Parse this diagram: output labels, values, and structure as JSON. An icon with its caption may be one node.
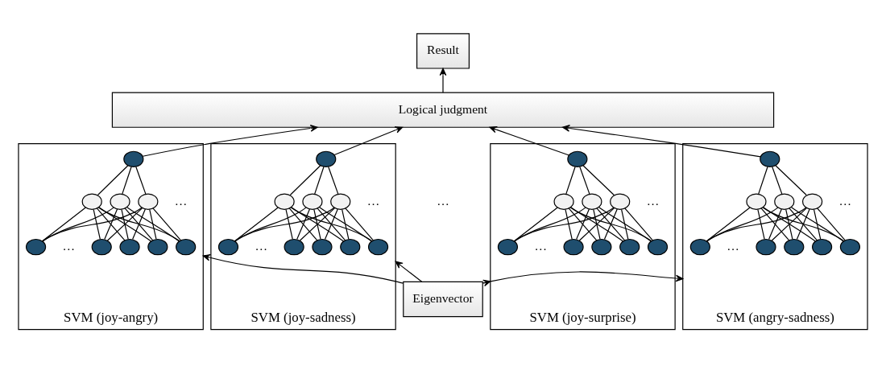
{
  "diagram": {
    "nodes": [
      {
        "text": [
          "Result"
        ]
      },
      {
        "text": [
          "Logical judgment"
        ]
      },
      {
        "text": [
          "SVM (joy-angry)"
        ]
      },
      {
        "text": [],
        "shape": "circle",
        "in": 2
      },
      {
        "text": [],
        "shape": "circle",
        "in": 2
      },
      {
        "text": [],
        "shape": "circle",
        "in": 2
      },
      {
        "text": [],
        "shape": "circle",
        "in": 2
      },
      {
        "text": [],
        "shape": "circle",
        "in": 2
      },
      {
        "text": [],
        "shape": "circle",
        "in": 2
      },
      {
        "text": [],
        "shape": "circle",
        "in": 2
      },
      {
        "text": [],
        "shape": "circle",
        "in": 2
      },
      {
        "text": [],
        "shape": "circle",
        "in": 2
      },
      {
        "text": [
          "SVM (joy-sadness)"
        ]
      },
      {
        "text": [],
        "shape": "circle",
        "in": 12
      },
      {
        "text": [],
        "shape": "circle",
        "in": 12
      },
      {
        "text": [],
        "shape": "circle",
        "in": 12
      },
      {
        "text": [],
        "shape": "circle",
        "in": 12
      },
      {
        "text": [],
        "shape": "circle",
        "in": 12
      },
      {
        "text": [],
        "shape": "circle",
        "in": 12
      },
      {
        "text": [],
        "shape": "circle",
        "in": 12
      },
      {
        "text": [],
        "shape": "circle",
        "in": 12
      },
      {
        "text": [],
        "shape": "circle",
        "in": 12
      },
      {
        "text": [
          "SVM (joy-surprise)"
        ]
      },
      {
        "text": [],
        "shape": "circle",
        "in": 22
      },
      {
        "text": [],
        "shape": "circle",
        "in": 22
      },
      {
        "text": [],
        "shape": "circle",
        "in": 22
      },
      {
        "text": [],
        "shape": "circle",
        "in": 22
      },
      {
        "text": [],
        "shape": "circle",
        "in": 22
      },
      {
        "text": [],
        "shape": "circle",
        "in": 22
      },
      {
        "text": [],
        "shape": "circle",
        "in": 22
      },
      {
        "text": [],
        "shape": "circle",
        "in": 22
      },
      {
        "text": [],
        "shape": "circle",
        "in": 22
      },
      {
        "text": [
          "SVM (angry-sadness)"
        ]
      },
      {
        "text": [],
        "shape": "circle",
        "in": 32
      },
      {
        "text": [],
        "shape": "circle",
        "in": 32
      },
      {
        "text": [],
        "shape": "circle",
        "in": 32
      },
      {
        "text": [],
        "shape": "circle",
        "in": 32
      },
      {
        "text": [],
        "shape": "circle",
        "in": 32
      },
      {
        "text": [],
        "shape": "circle",
        "in": 32
      },
      {
        "text": [],
        "shape": "circle",
        "in": 32
      },
      {
        "text": [],
        "shape": "circle",
        "in": 32
      },
      {
        "text": [],
        "shape": "circle",
        "in": 32
      },
      {
        "text": [
          "Eigenvector"
        ]
      }
    ],
    "edges": [
      {
        "from": 1,
        "to": 0,
        "arrow": "to"
      },
      {
        "from": 3,
        "to": 1,
        "arrow": "to"
      },
      {
        "from": 4,
        "to": 3,
        "arrow": "none"
      },
      {
        "from": 5,
        "to": 3,
        "arrow": "none"
      },
      {
        "from": 6,
        "to": 3,
        "arrow": "none"
      },
      {
        "from": 7,
        "to": 4,
        "arrow": "none"
      },
      {
        "from": 7,
        "to": 5,
        "arrow": "none"
      },
      {
        "from": 7,
        "to": 6,
        "arrow": "none"
      },
      {
        "from": 8,
        "to": 4,
        "arrow": "none"
      },
      {
        "from": 8,
        "to": 5,
        "arrow": "none"
      },
      {
        "from": 8,
        "to": 6,
        "arrow": "none"
      },
      {
        "from": 9,
        "to": 4,
        "arrow": "none"
      },
      {
        "from": 9,
        "to": 5,
        "arrow": "none"
      },
      {
        "from": 9,
        "to": 6,
        "arrow": "none"
      },
      {
        "from": 10,
        "to": 4,
        "arrow": "none"
      },
      {
        "from": 10,
        "to": 5,
        "arrow": "none"
      },
      {
        "from": 10,
        "to": 6,
        "arrow": "none"
      },
      {
        "from": 11,
        "to": 4,
        "arrow": "none"
      },
      {
        "from": 11,
        "to": 5,
        "arrow": "none"
      },
      {
        "from": 11,
        "to": 6,
        "arrow": "none"
      },
      {
        "from": 13,
        "to": 1,
        "arrow": "to"
      },
      {
        "from": 14,
        "to": 13,
        "arrow": "none"
      },
      {
        "from": 15,
        "to": 13,
        "arrow": "none"
      },
      {
        "from": 16,
        "to": 13,
        "arrow": "none"
      },
      {
        "from": 17,
        "to": 14,
        "arrow": "none"
      },
      {
        "from": 17,
        "to": 15,
        "arrow": "none"
      },
      {
        "from": 17,
        "to": 16,
        "arrow": "none"
      },
      {
        "from": 18,
        "to": 14,
        "arrow": "none"
      },
      {
        "from": 18,
        "to": 15,
        "arrow": "none"
      },
      {
        "from": 18,
        "to": 16,
        "arrow": "none"
      },
      {
        "from": 19,
        "to": 14,
        "arrow": "none"
      },
      {
        "from": 19,
        "to": 15,
        "arrow": "none"
      },
      {
        "from": 19,
        "to": 16,
        "arrow": "none"
      },
      {
        "from": 20,
        "to": 14,
        "arrow": "none"
      },
      {
        "from": 20,
        "to": 15,
        "arrow": "none"
      },
      {
        "from": 20,
        "to": 16,
        "arrow": "none"
      },
      {
        "from": 21,
        "to": 14,
        "arrow": "none"
      },
      {
        "from": 21,
        "to": 15,
        "arrow": "none"
      },
      {
        "from": 21,
        "to": 16,
        "arrow": "none"
      },
      {
        "from": 23,
        "to": 1,
        "arrow": "to"
      },
      {
        "from": 24,
        "to": 23,
        "arrow": "none"
      },
      {
        "from": 25,
        "to": 23,
        "arrow": "none"
      },
      {
        "from": 26,
        "to": 23,
        "arrow": "none"
      },
      {
        "from": 27,
        "to": 24,
        "arrow": "none"
      },
      {
        "from": 27,
        "to": 25,
        "arrow": "none"
      },
      {
        "from": 27,
        "to": 26,
        "arrow": "none"
      },
      {
        "from": 28,
        "to": 24,
        "arrow": "none"
      },
      {
        "from": 28,
        "to": 25,
        "arrow": "none"
      },
      {
        "from": 28,
        "to": 26,
        "arrow": "none"
      },
      {
        "from": 29,
        "to": 24,
        "arrow": "none"
      },
      {
        "from": 29,
        "to": 25,
        "arrow": "none"
      },
      {
        "from": 29,
        "to": 26,
        "arrow": "none"
      },
      {
        "from": 30,
        "to": 24,
        "arrow": "none"
      },
      {
        "from": 30,
        "to": 25,
        "arrow": "none"
      },
      {
        "from": 30,
        "to": 26,
        "arrow": "none"
      },
      {
        "from": 31,
        "to": 24,
        "arrow": "none"
      },
      {
        "from": 31,
        "to": 25,
        "arrow": "none"
      },
      {
        "from": 31,
        "to": 26,
        "arrow": "none"
      },
      {
        "from": 33,
        "to": 1,
        "arrow": "to"
      },
      {
        "from": 34,
        "to": 33,
        "arrow": "none"
      },
      {
        "from": 35,
        "to": 33,
        "arrow": "none"
      },
      {
        "from": 36,
        "to": 33,
        "arrow": "none"
      },
      {
        "from": 37,
        "to": 34,
        "arrow": "none"
      },
      {
        "from": 37,
        "to": 35,
        "arrow": "none"
      },
      {
        "from": 37,
        "to": 36,
        "arrow": "none"
      },
      {
        "from": 38,
        "to": 34,
        "arrow": "none"
      },
      {
        "from": 38,
        "to": 35,
        "arrow": "none"
      },
      {
        "from": 38,
        "to": 36,
        "arrow": "none"
      },
      {
        "from": 39,
        "to": 34,
        "arrow": "none"
      },
      {
        "from": 39,
        "to": 35,
        "arrow": "none"
      },
      {
        "from": 39,
        "to": 36,
        "arrow": "none"
      },
      {
        "from": 40,
        "to": 34,
        "arrow": "none"
      },
      {
        "from": 40,
        "to": 35,
        "arrow": "none"
      },
      {
        "from": 40,
        "to": 36,
        "arrow": "none"
      },
      {
        "from": 41,
        "to": 34,
        "arrow": "none"
      },
      {
        "from": 41,
        "to": 35,
        "arrow": "none"
      },
      {
        "from": 41,
        "to": 36,
        "arrow": "none"
      },
      {
        "from": 42,
        "to": 2,
        "arrow": "to"
      },
      {
        "from": 42,
        "to": 12,
        "arrow": "to"
      },
      {
        "from": 42,
        "to": 22,
        "arrow": "to"
      },
      {
        "from": 42,
        "to": 32,
        "arrow": "to"
      }
    ],
    "labels": [
      "…",
      "…",
      "…",
      "…",
      "…",
      "…",
      "…",
      "…",
      "…"
    ]
  }
}
